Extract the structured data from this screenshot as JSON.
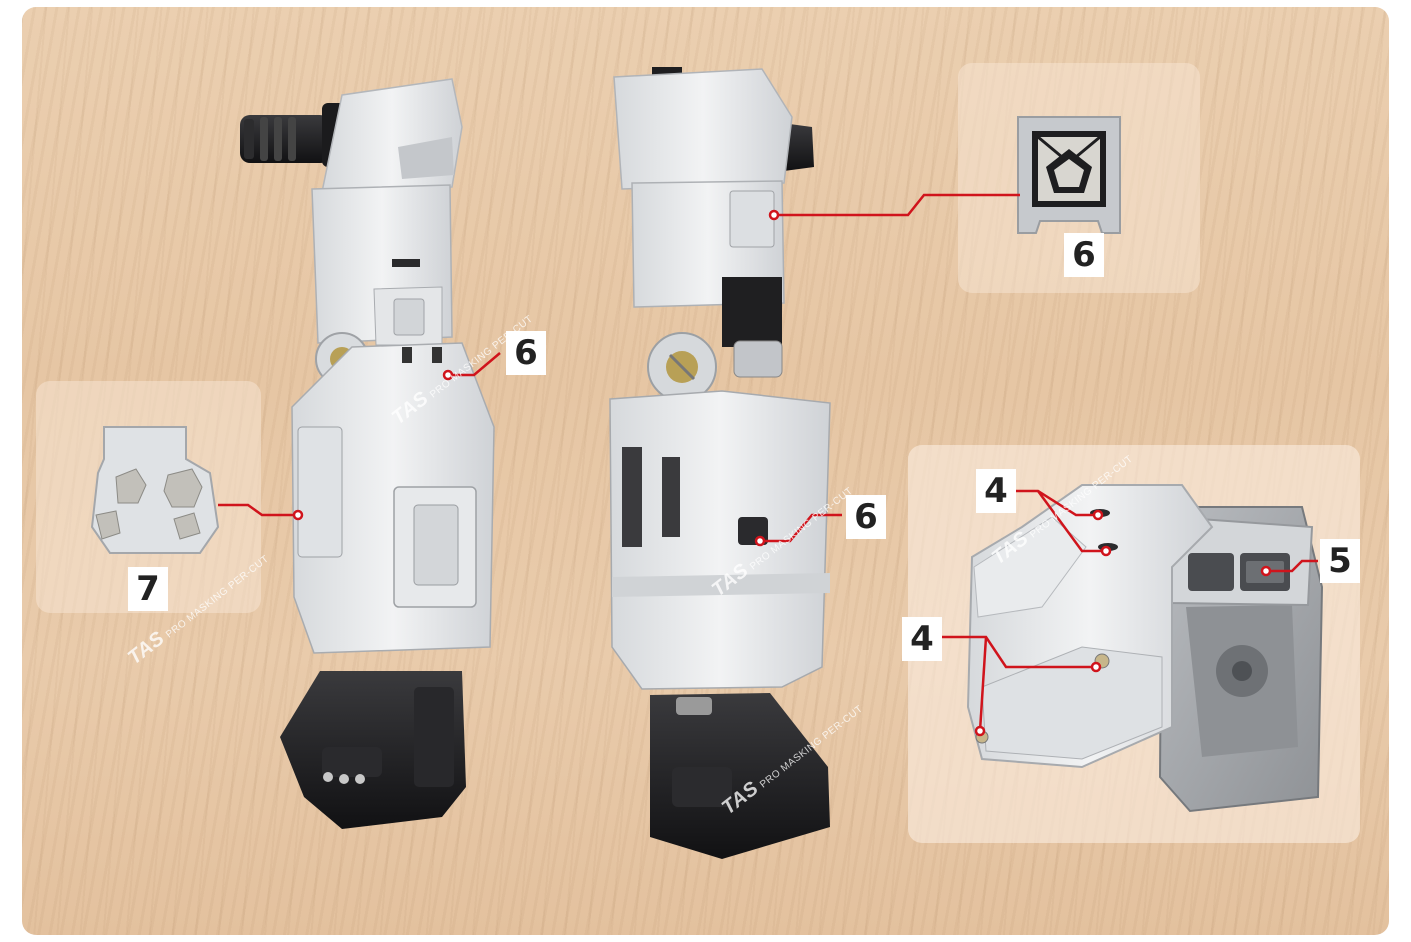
{
  "callouts": {
    "left_arm_6": "6",
    "middle_arm_6": "6",
    "inset_top_6": "6",
    "inset_left_7": "7",
    "inset_right_4_top": "4",
    "inset_right_4_mid": "4",
    "inset_right_5": "5"
  },
  "watermark": {
    "logo": "TAS",
    "text": "PRO MASKING PER-CUT"
  },
  "colors": {
    "wood": "#e8caa9",
    "leader_line": "#d0141c",
    "plastic_white": "#e8eaec",
    "plastic_black": "#1e1e20",
    "label_bg": "#ffffff"
  }
}
